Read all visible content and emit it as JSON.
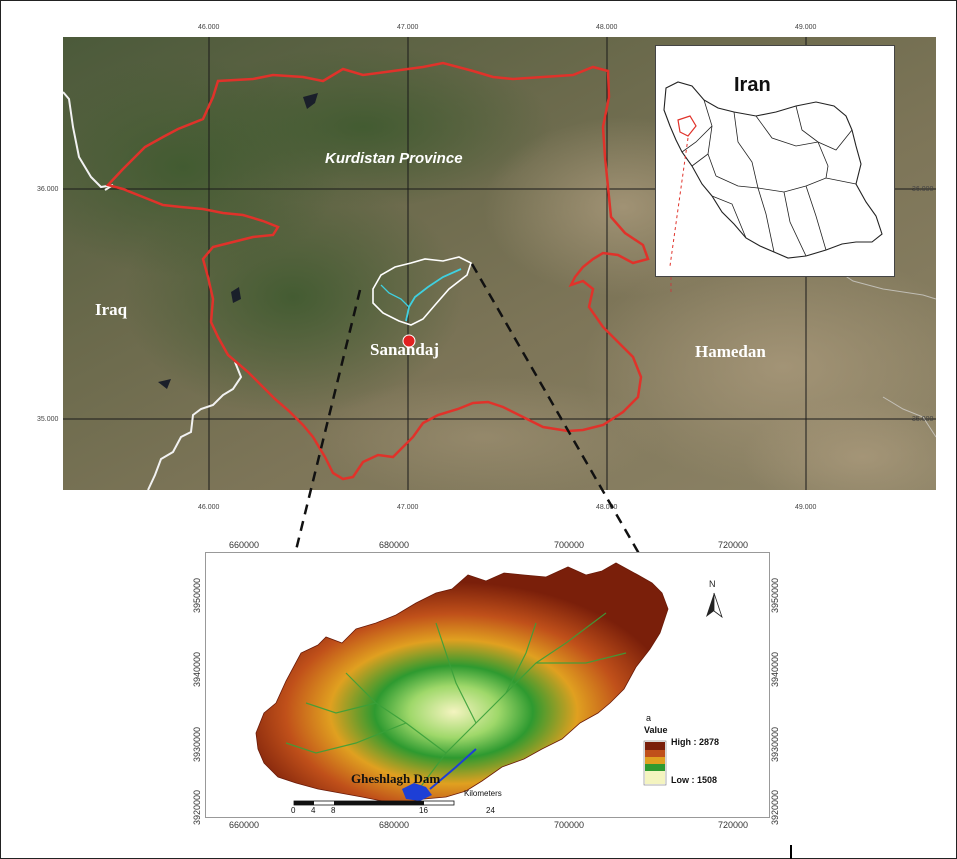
{
  "top_map": {
    "labels": {
      "kurdistan": "Kurdistan Province",
      "iraq": "Iraq",
      "sanandaj": "Sanandaj",
      "hamedan": "Hamedan"
    },
    "lon_ticks_top": [
      "46.000",
      "47.000",
      "48.000",
      "49.000"
    ],
    "lon_ticks_bottom": [
      "46.000",
      "47.000",
      "48.000",
      "49.000"
    ],
    "lat_ticks_left": [
      "36.000",
      "35.000"
    ],
    "lat_ticks_right": [
      "36.000",
      "35.000"
    ]
  },
  "inset": {
    "title": "Iran"
  },
  "dem_map": {
    "x_ticks_top": [
      "660000",
      "680000",
      "700000",
      "720000"
    ],
    "x_ticks_bottom": [
      "660000",
      "680000",
      "700000",
      "720000"
    ],
    "y_ticks_left": [
      "3950000",
      "3940000",
      "3930000",
      "3920000"
    ],
    "y_ticks_right": [
      "3950000",
      "3940000",
      "3930000",
      "3920000"
    ],
    "dam_label": "Gheshlagh Dam",
    "north_label": "N",
    "legend": {
      "panel_letter": "a",
      "heading": "Value",
      "high": "High : 2878",
      "low": "Low : 1508"
    },
    "scalebar": {
      "unit": "Kilometers",
      "ticks": [
        "0",
        "4",
        "8",
        "16",
        "24"
      ]
    }
  },
  "colors": {
    "province_border": "#e0322a",
    "international_border": "#f2f2f2",
    "river": "#3fd0e0",
    "dam": "#1d3fd6",
    "dem_high": "#7a1f0a",
    "dem_mid": "#e0a020",
    "dem_green": "#2e9a30",
    "dem_low": "#f4f4c0"
  }
}
